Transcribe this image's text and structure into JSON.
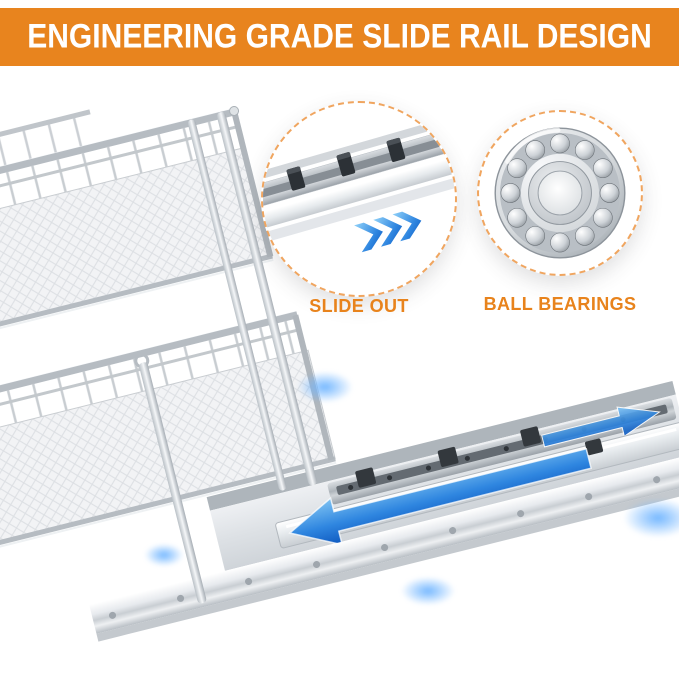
{
  "header": {
    "title": "ENGINEERING GRADE SLIDE RAIL DESIGN"
  },
  "callouts": [
    {
      "id": "slide-out",
      "label": "SLIDE OUT",
      "icon": "slide-rail-icon"
    },
    {
      "id": "ball-bearings",
      "label": "BALL BEARINGS",
      "icon": "ball-bearing-icon"
    }
  ],
  "colors": {
    "header_bg": "#E8841E",
    "header_text": "#FFFFFF",
    "label_orange": "#E8831C",
    "arrow_blue": "#1E6FD9"
  }
}
